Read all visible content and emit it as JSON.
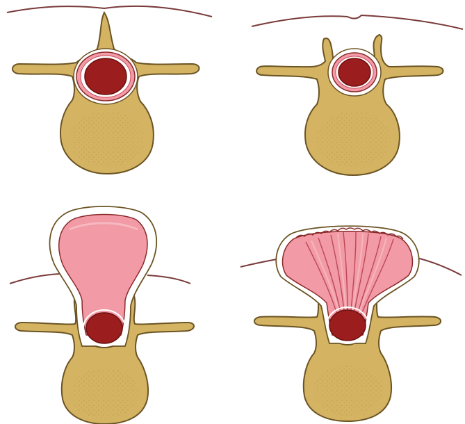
{
  "figure": {
    "panel_count": 4,
    "panels": [
      {
        "id": "top-left",
        "sac": false,
        "sac_fibers": false
      },
      {
        "id": "top-right",
        "sac": false,
        "sac_fibers": false
      },
      {
        "id": "bottom-left",
        "sac": true,
        "sac_fibers": false
      },
      {
        "id": "bottom-right",
        "sac": true,
        "sac_fibers": true
      }
    ]
  },
  "colors": {
    "bone": "#d4b463",
    "bone_outline": "#6b5424",
    "bone_texture": "#b89747",
    "cord": "#9c1d1d",
    "cord_dark": "#7a1414",
    "dura": "#f29aa6",
    "dura_light": "#f8c6cc",
    "dura_outline": "#8a2a2a",
    "skin_line": "#7a3a3a",
    "background": "#ffffff"
  }
}
